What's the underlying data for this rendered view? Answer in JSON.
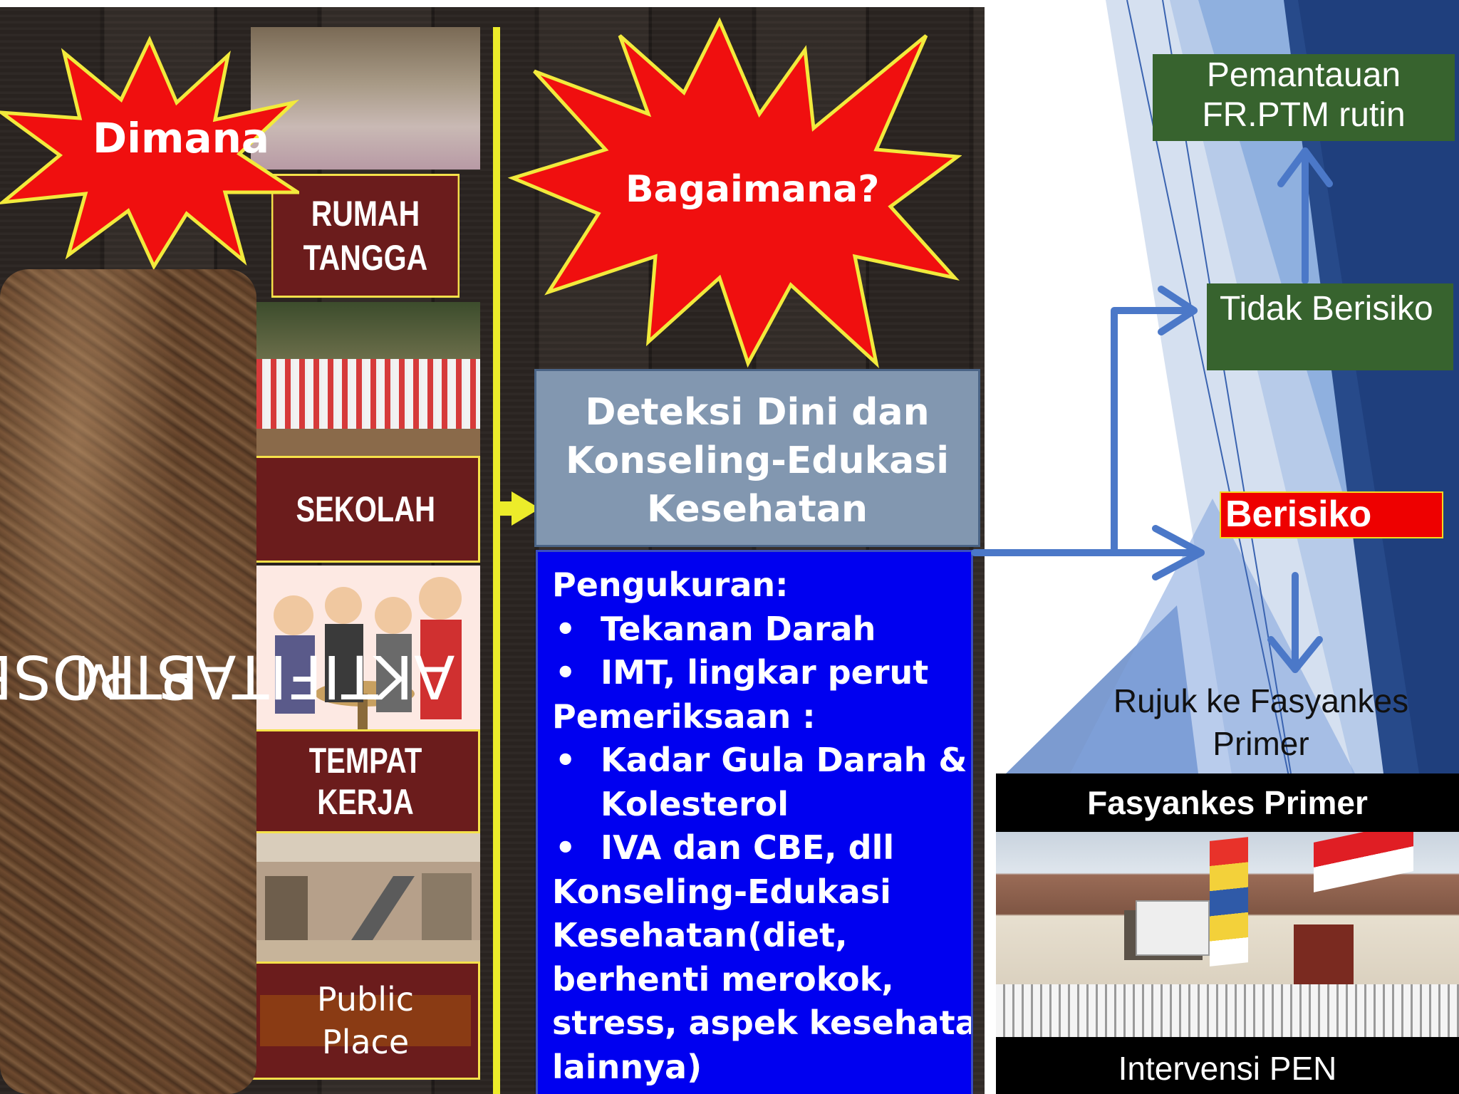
{
  "title_vertical": {
    "line1": "AKTIFITAS POSBINDU",
    "line2": "PTM"
  },
  "starbursts": {
    "where": "Dimana",
    "how": "Bagaimana?"
  },
  "locations": [
    {
      "line1": "RUMAH",
      "line2": "TANGGA"
    },
    {
      "line1": "SEKOLAH"
    },
    {
      "line1": "TEMPAT KERJA"
    },
    {
      "line1": "Public",
      "line2": "Place"
    }
  ],
  "deteksi_box": {
    "line1": "Deteksi Dini dan",
    "line2": "Konseling-Edukasi",
    "line3": "Kesehatan"
  },
  "measure_box": {
    "heading1": "Pengukuran:",
    "item1": "Tekanan Darah",
    "item2": "IMT, lingkar perut",
    "heading2": "Pemeriksaan :",
    "item3_line1": "Kadar Gula Darah &",
    "item3_line2": "Kolesterol",
    "item4": "IVA dan CBE, dll",
    "text1": "Konseling-Edukasi",
    "text2": "Kesehatan(diet,",
    "text3": "berhenti merokok,",
    "text4": "stress, aspek kesehatan",
    "text5": "lainnya)",
    "bullet": "•"
  },
  "flow": {
    "monitor_line1": "Pemantauan",
    "monitor_line2": "FR.PTM rutin",
    "not_at_risk": "Tidak Berisiko",
    "at_risk": "Berisiko",
    "refer_line1": "Rujuk ke Fasyankes",
    "refer_line2": "Primer",
    "facility_title": "Fasyankes Primer",
    "intervention": "Intervensi  PEN"
  },
  "colors": {
    "wood": "#2b2522",
    "label_bg": "#6b1c1c",
    "label_border": "#f5e14a",
    "star_fill": "#f00f0f",
    "star_stroke": "#f2ea3c",
    "deteksi_bg": "#8297b0",
    "measure_bg": "#0000f0",
    "arrow_blue": "#4b78c8",
    "green_box": "#37632e",
    "at_risk_bg": "#ee0000",
    "deco_blue_dark": "#1f3f7d",
    "deco_blue_light": "#a9c0e4"
  }
}
